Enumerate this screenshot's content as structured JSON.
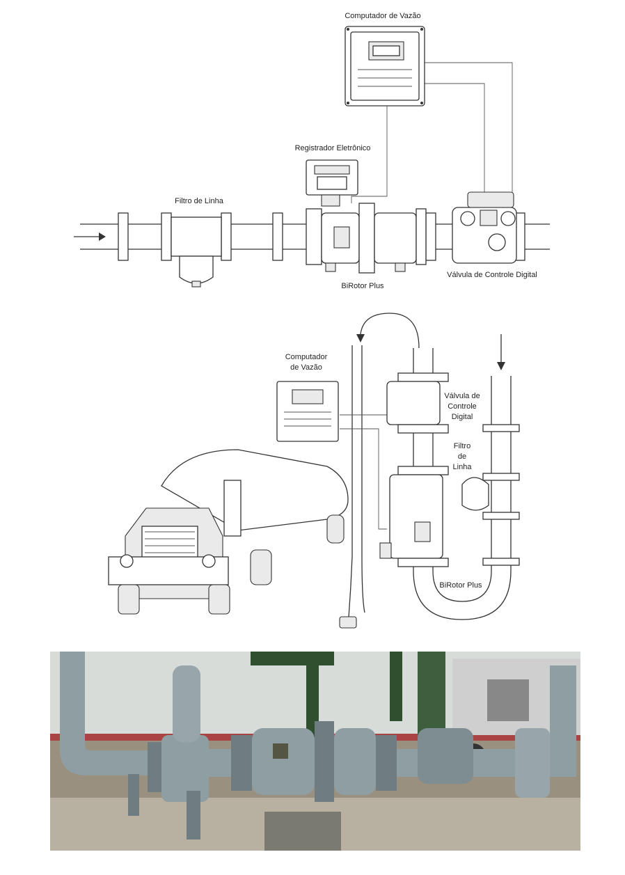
{
  "diagram_top": {
    "labels": {
      "flow_computer": "Computador de Vazão",
      "electronic_register": "Registrador Eletrônico",
      "line_filter": "Filtro de Linha",
      "digital_control_valve": "Válvula de Controle Digital",
      "birotor": "BiRotor Plus"
    }
  },
  "diagram_middle": {
    "labels": {
      "flow_computer_1": "Computador",
      "flow_computer_2": "de Vazão",
      "valve_1": "Válvula de",
      "valve_2": "Controle",
      "valve_3": "Digital",
      "filter_1": "Filtro",
      "filter_2": "de",
      "filter_3": "Linha",
      "birotor": "BiRotor Plus"
    }
  },
  "photo": {
    "colors": {
      "pipe": "#8f9ea3",
      "pipe_dark": "#6f7d82",
      "green_structure": "#2f4f2f",
      "ground": "#9a9080",
      "sky": "#d7dcd9"
    }
  }
}
